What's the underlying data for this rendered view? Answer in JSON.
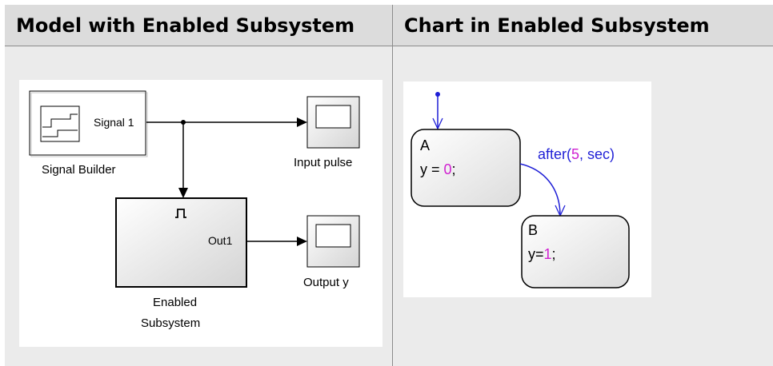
{
  "headers": {
    "left": "Model with Enabled Subsystem",
    "right": "Chart in Enabled Subsystem"
  },
  "model": {
    "signal_builder": {
      "port_label": "Signal 1",
      "name": "Signal Builder"
    },
    "scope_input": {
      "name": "Input pulse"
    },
    "enabled_subsystem": {
      "port_label": "Out1",
      "name_line1": "Enabled",
      "name_line2": "Subsystem"
    },
    "scope_output": {
      "name": "Output y"
    }
  },
  "chart": {
    "state_a": {
      "name": "A",
      "action_var": "y = ",
      "action_val": "0",
      "action_end": ";"
    },
    "state_b": {
      "name": "B",
      "action_var": "y=",
      "action_val": "1",
      "action_end": ";"
    },
    "transition": {
      "op": "after(",
      "arg": "5",
      "rest": ", sec)"
    }
  },
  "colors": {
    "keyword": "#1f1fd6",
    "number": "#d020d0"
  }
}
